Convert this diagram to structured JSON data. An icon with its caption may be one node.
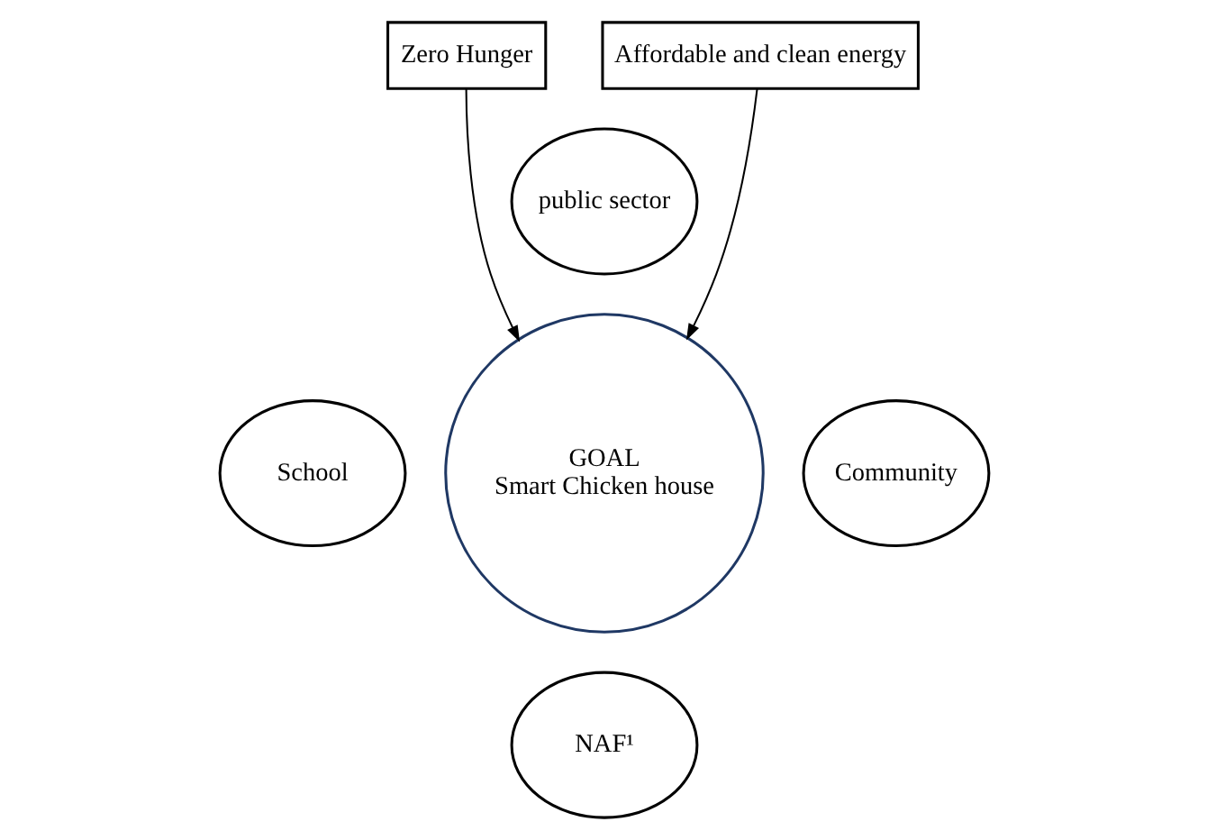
{
  "diagram": {
    "nodes": [
      {
        "text": [
          "Zero Hunger"
        ]
      },
      {
        "text": [
          "Affordable and clean energy"
        ]
      },
      {
        "text": [
          "GOAL",
          "Smart Chicken house"
        ]
      },
      {
        "text": [
          "public sector"
        ]
      },
      {
        "text": [
          "School"
        ]
      },
      {
        "text": [
          "Community"
        ]
      },
      {
        "text": [
          "NAF¹"
        ]
      }
    ],
    "edges": [
      {
        "from": 0,
        "to": 2,
        "arrow": "to"
      },
      {
        "from": 1,
        "to": 2,
        "arrow": "to"
      }
    ]
  }
}
